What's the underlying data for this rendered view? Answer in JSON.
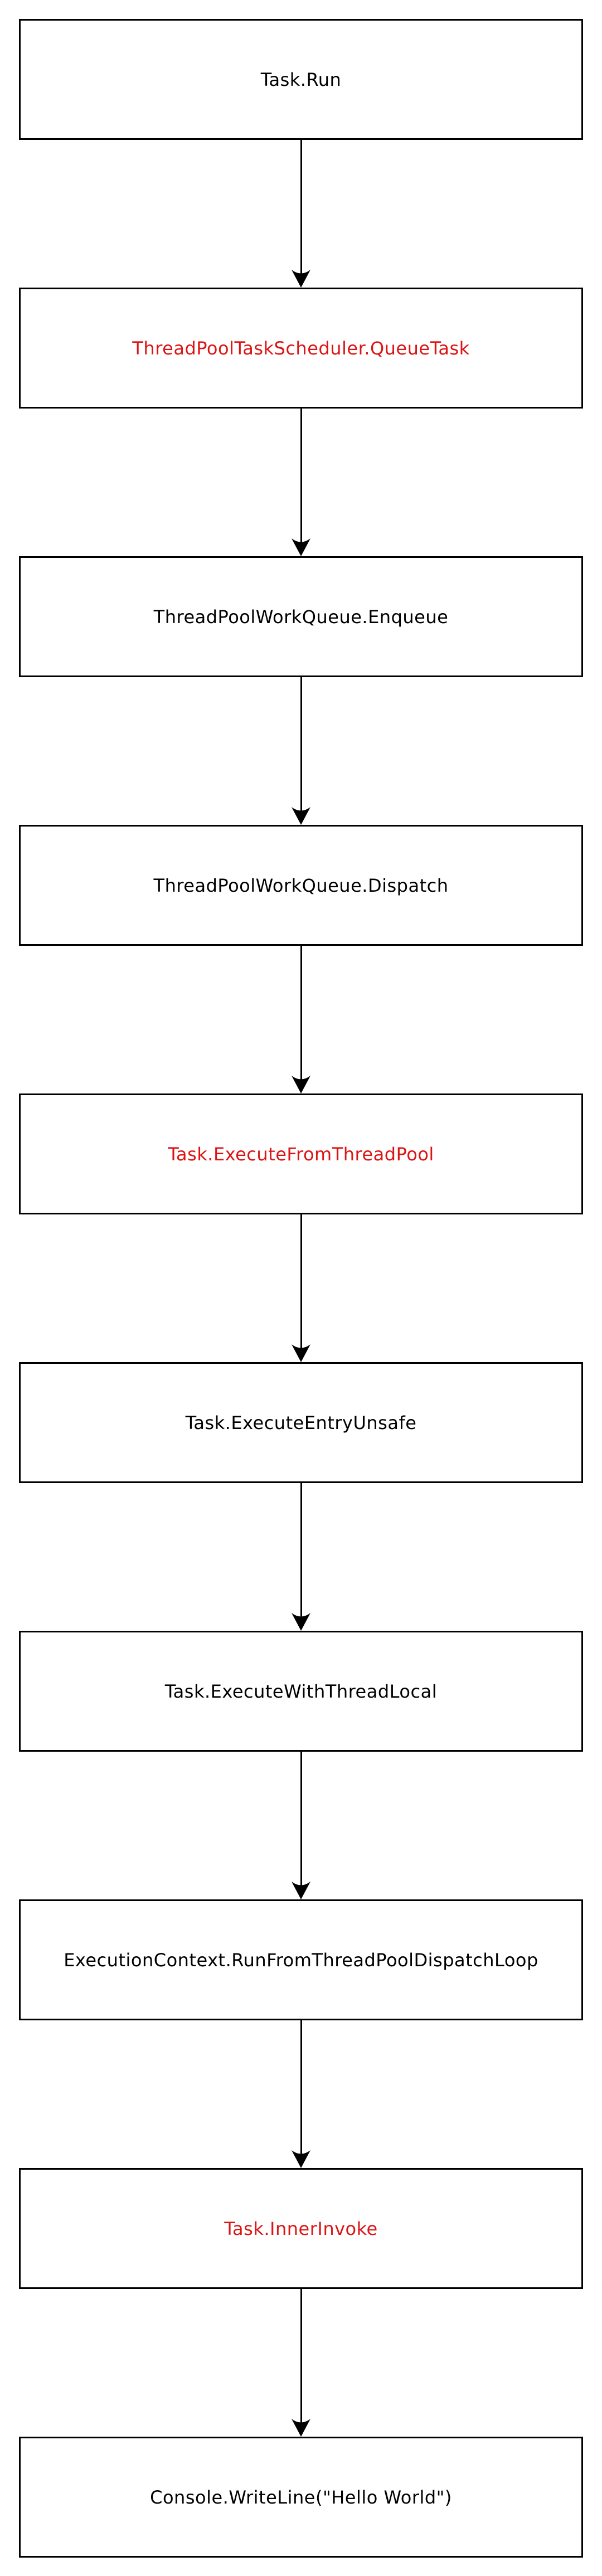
{
  "diagram": {
    "type": "flowchart",
    "direction": "top-down",
    "nodes": [
      {
        "id": "task-run",
        "label": "Task.Run",
        "color": "#000000",
        "emphasis": "default"
      },
      {
        "id": "queue-task",
        "label": "ThreadPoolTaskScheduler.QueueTask",
        "color": "#dd1414",
        "emphasis": "highlight"
      },
      {
        "id": "enqueue",
        "label": "ThreadPoolWorkQueue.Enqueue",
        "color": "#000000",
        "emphasis": "default"
      },
      {
        "id": "dispatch",
        "label": "ThreadPoolWorkQueue.Dispatch",
        "color": "#000000",
        "emphasis": "default"
      },
      {
        "id": "execute-from-thread-pool",
        "label": "Task.ExecuteFromThreadPool",
        "color": "#dd1414",
        "emphasis": "highlight"
      },
      {
        "id": "execute-entry-unsafe",
        "label": "Task.ExecuteEntryUnsafe",
        "color": "#000000",
        "emphasis": "default"
      },
      {
        "id": "execute-with-thread-local",
        "label": "Task.ExecuteWithThreadLocal",
        "color": "#000000",
        "emphasis": "default"
      },
      {
        "id": "run-from-dispatch-loop",
        "label": "ExecutionContext.RunFromThreadPoolDispatchLoop",
        "color": "#000000",
        "emphasis": "default"
      },
      {
        "id": "inner-invoke",
        "label": "Task.InnerInvoke",
        "color": "#dd1414",
        "emphasis": "highlight"
      },
      {
        "id": "console-writeline",
        "label": "Console.WriteLine(\"Hello World\")",
        "color": "#000000",
        "emphasis": "default"
      }
    ],
    "edges": [
      {
        "from": 0,
        "to": 1,
        "direction": "down"
      },
      {
        "from": 1,
        "to": 2,
        "direction": "down"
      },
      {
        "from": 2,
        "to": 3,
        "direction": "down"
      },
      {
        "from": 3,
        "to": 4,
        "direction": "down"
      },
      {
        "from": 4,
        "to": 5,
        "direction": "down"
      },
      {
        "from": 5,
        "to": 6,
        "direction": "down"
      },
      {
        "from": 6,
        "to": 7,
        "direction": "down"
      },
      {
        "from": 7,
        "to": 8,
        "direction": "down"
      },
      {
        "from": 8,
        "to": 9,
        "direction": "down"
      }
    ],
    "colors": {
      "background": "#ffffff",
      "node_fill": "#ffffff",
      "node_border": "#000000",
      "text_default": "#000000",
      "text_highlight": "#dd1414",
      "arrow": "#000000"
    }
  }
}
